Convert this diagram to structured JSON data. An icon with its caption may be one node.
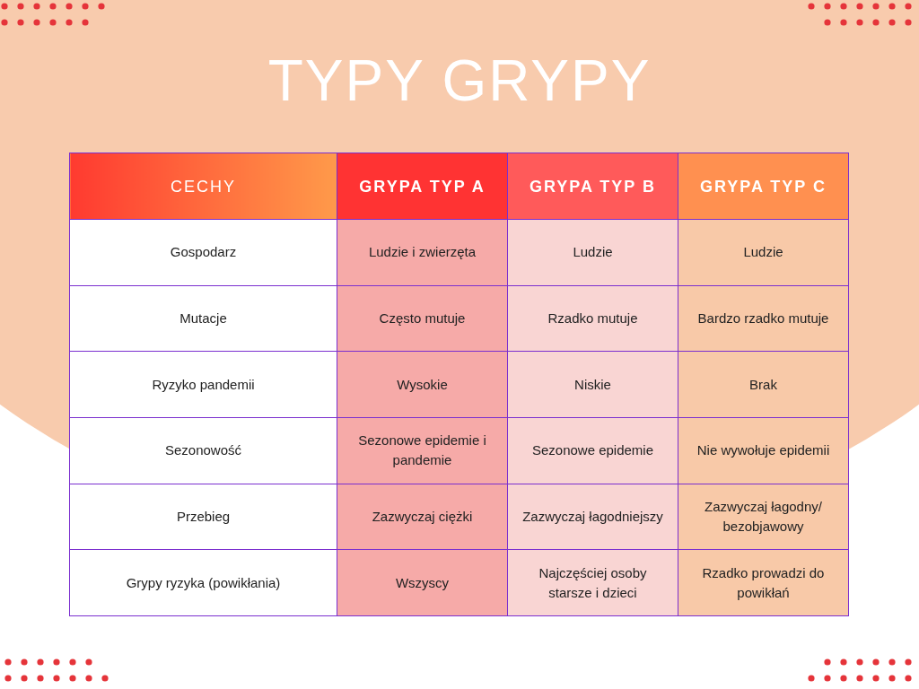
{
  "diagram": {
    "title": "TYPY GRYPY",
    "labels": [
      "CECHY",
      "GRYPA TYP A",
      "GRYPA TYP B",
      "GRYPA TYP C",
      "Gospodarz",
      "Ludzie i zwierzęta",
      "Ludzie",
      "Ludzie",
      "Mutacje",
      "Często mutuje",
      "Rzadko mutuje",
      "Bardzo rzadko mutuje",
      "Ryzyko pandemii",
      "Wysokie",
      "Niskie",
      "Brak",
      "Sezonowość",
      "Sezonowe epidemie i pandemie",
      "Sezonowe epidemie",
      "Nie wywołuje epidemii",
      "Przebieg",
      "Zazwyczaj ciężki",
      "Zazwyczaj łagodniejszy",
      "Zazwyczaj łagodny/ bezobjawowy",
      "Grypy ryzyka (powikłania)",
      "Wszyscy",
      "Najczęściej osoby starsze i dzieci",
      "Rzadko prowadzi do powikłań"
    ]
  }
}
